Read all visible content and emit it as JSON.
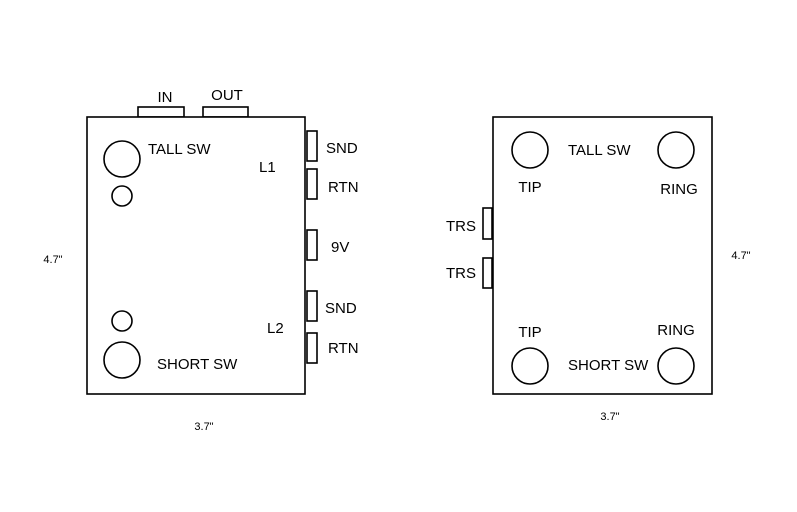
{
  "left_box": {
    "jacks_top": {
      "in": "IN",
      "out": "OUT"
    },
    "switches": {
      "tall": "TALL SW",
      "short": "SHORT SW"
    },
    "loops": {
      "l1": "L1",
      "l2": "L2"
    },
    "side_jacks": {
      "snd1": "SND",
      "rtn1": "RTN",
      "power": "9V",
      "snd2": "SND",
      "rtn2": "RTN"
    },
    "dimensions": {
      "height": "4.7\"",
      "width": "3.7\""
    }
  },
  "right_box": {
    "switches": {
      "tall": "TALL SW",
      "short": "SHORT SW"
    },
    "contacts": {
      "tip_top": "TIP",
      "ring_top": "RING",
      "tip_bottom": "TIP",
      "ring_bottom": "RING"
    },
    "side_jacks": {
      "trs1": "TRS",
      "trs2": "TRS"
    },
    "dimensions": {
      "height": "4.7\"",
      "width": "3.7\""
    }
  },
  "colors": {
    "stroke": "#000000",
    "background": "#ffffff"
  }
}
